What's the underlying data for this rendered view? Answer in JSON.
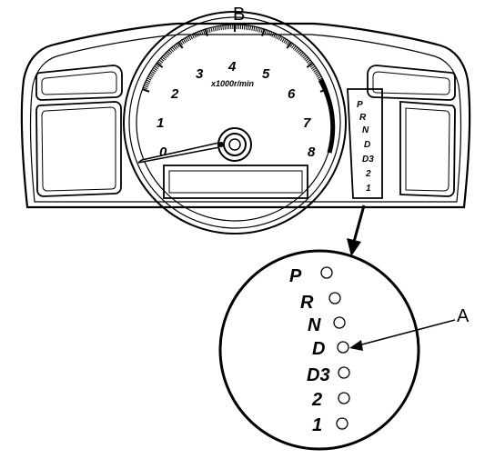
{
  "callouts": {
    "cluster": "B",
    "indicator": "A"
  },
  "tachometer": {
    "numbers": [
      "0",
      "1",
      "2",
      "3",
      "4",
      "5",
      "6",
      "7",
      "8"
    ],
    "unit": "x1000r/min"
  },
  "gear_indicator": {
    "small_labels": [
      "P",
      "R",
      "N",
      "D",
      "D3",
      "2",
      "1"
    ],
    "large_labels": [
      "P",
      "R",
      "N",
      "D",
      "D3",
      "2",
      "1"
    ]
  },
  "colors": {
    "line": "#000000",
    "background": "#ffffff"
  },
  "icons": {
    "cluster": "instrument-cluster-icon",
    "indicator_lamp": "lamp-circle-icon"
  }
}
